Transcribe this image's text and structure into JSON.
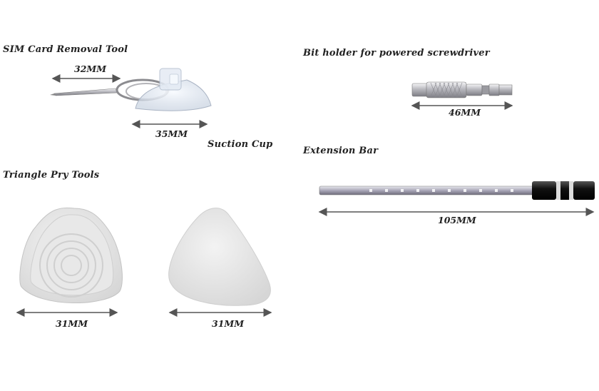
{
  "sim_tool": {
    "title": "SIM Card Removal Tool",
    "length": "32MM"
  },
  "suction_cup": {
    "title": "Suction Cup",
    "length": "35MM"
  },
  "bit_holder": {
    "title": "Bit holder for powered screwdriver",
    "length": "46MM"
  },
  "extension_bar": {
    "title": "Extension Bar",
    "length": "105MM"
  },
  "pry_tools": {
    "title": "Triangle Pry Tools",
    "left_length": "31MM",
    "right_length": "31MM"
  },
  "colors": {
    "text": "#222222",
    "arrow": "#555555",
    "pry_white": "#ececec",
    "metal": "#c9c9cc",
    "black_grip": "#111111"
  }
}
